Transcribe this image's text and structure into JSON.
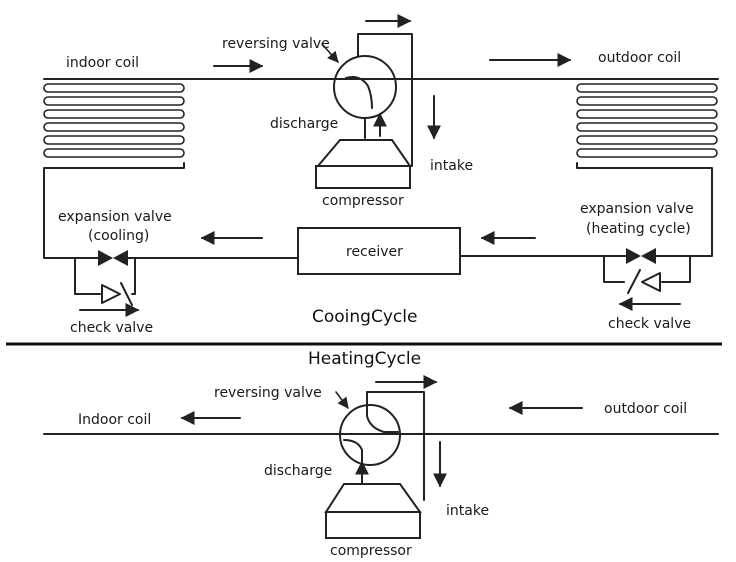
{
  "cooling": {
    "indoor_coil": "indoor coil",
    "reversing_valve": "reversing  valve",
    "outdoor_coil": "outdoor coil",
    "discharge": "discharge",
    "intake": "intake",
    "compressor": "compressor",
    "expansion_valve_left_line1": "expansion  valve",
    "expansion_valve_left_line2": "(cooling)",
    "receiver": "receiver",
    "expansion_valve_right_line1": "expansion valve",
    "expansion_valve_right_line2": "(heating cycle)",
    "check_valve_left": "check valve",
    "check_valve_right": "check valve",
    "title": "CooingCycle"
  },
  "heating": {
    "title": "HeatingCycle",
    "reversing_valve": "reversing  valve",
    "indoor_coil": "Indoor coil",
    "outdoor_coil": "outdoor coil",
    "discharge": "discharge",
    "intake": "intake",
    "compressor": "compressor"
  },
  "colors": {
    "line": "#222222",
    "background": "#ffffff"
  }
}
